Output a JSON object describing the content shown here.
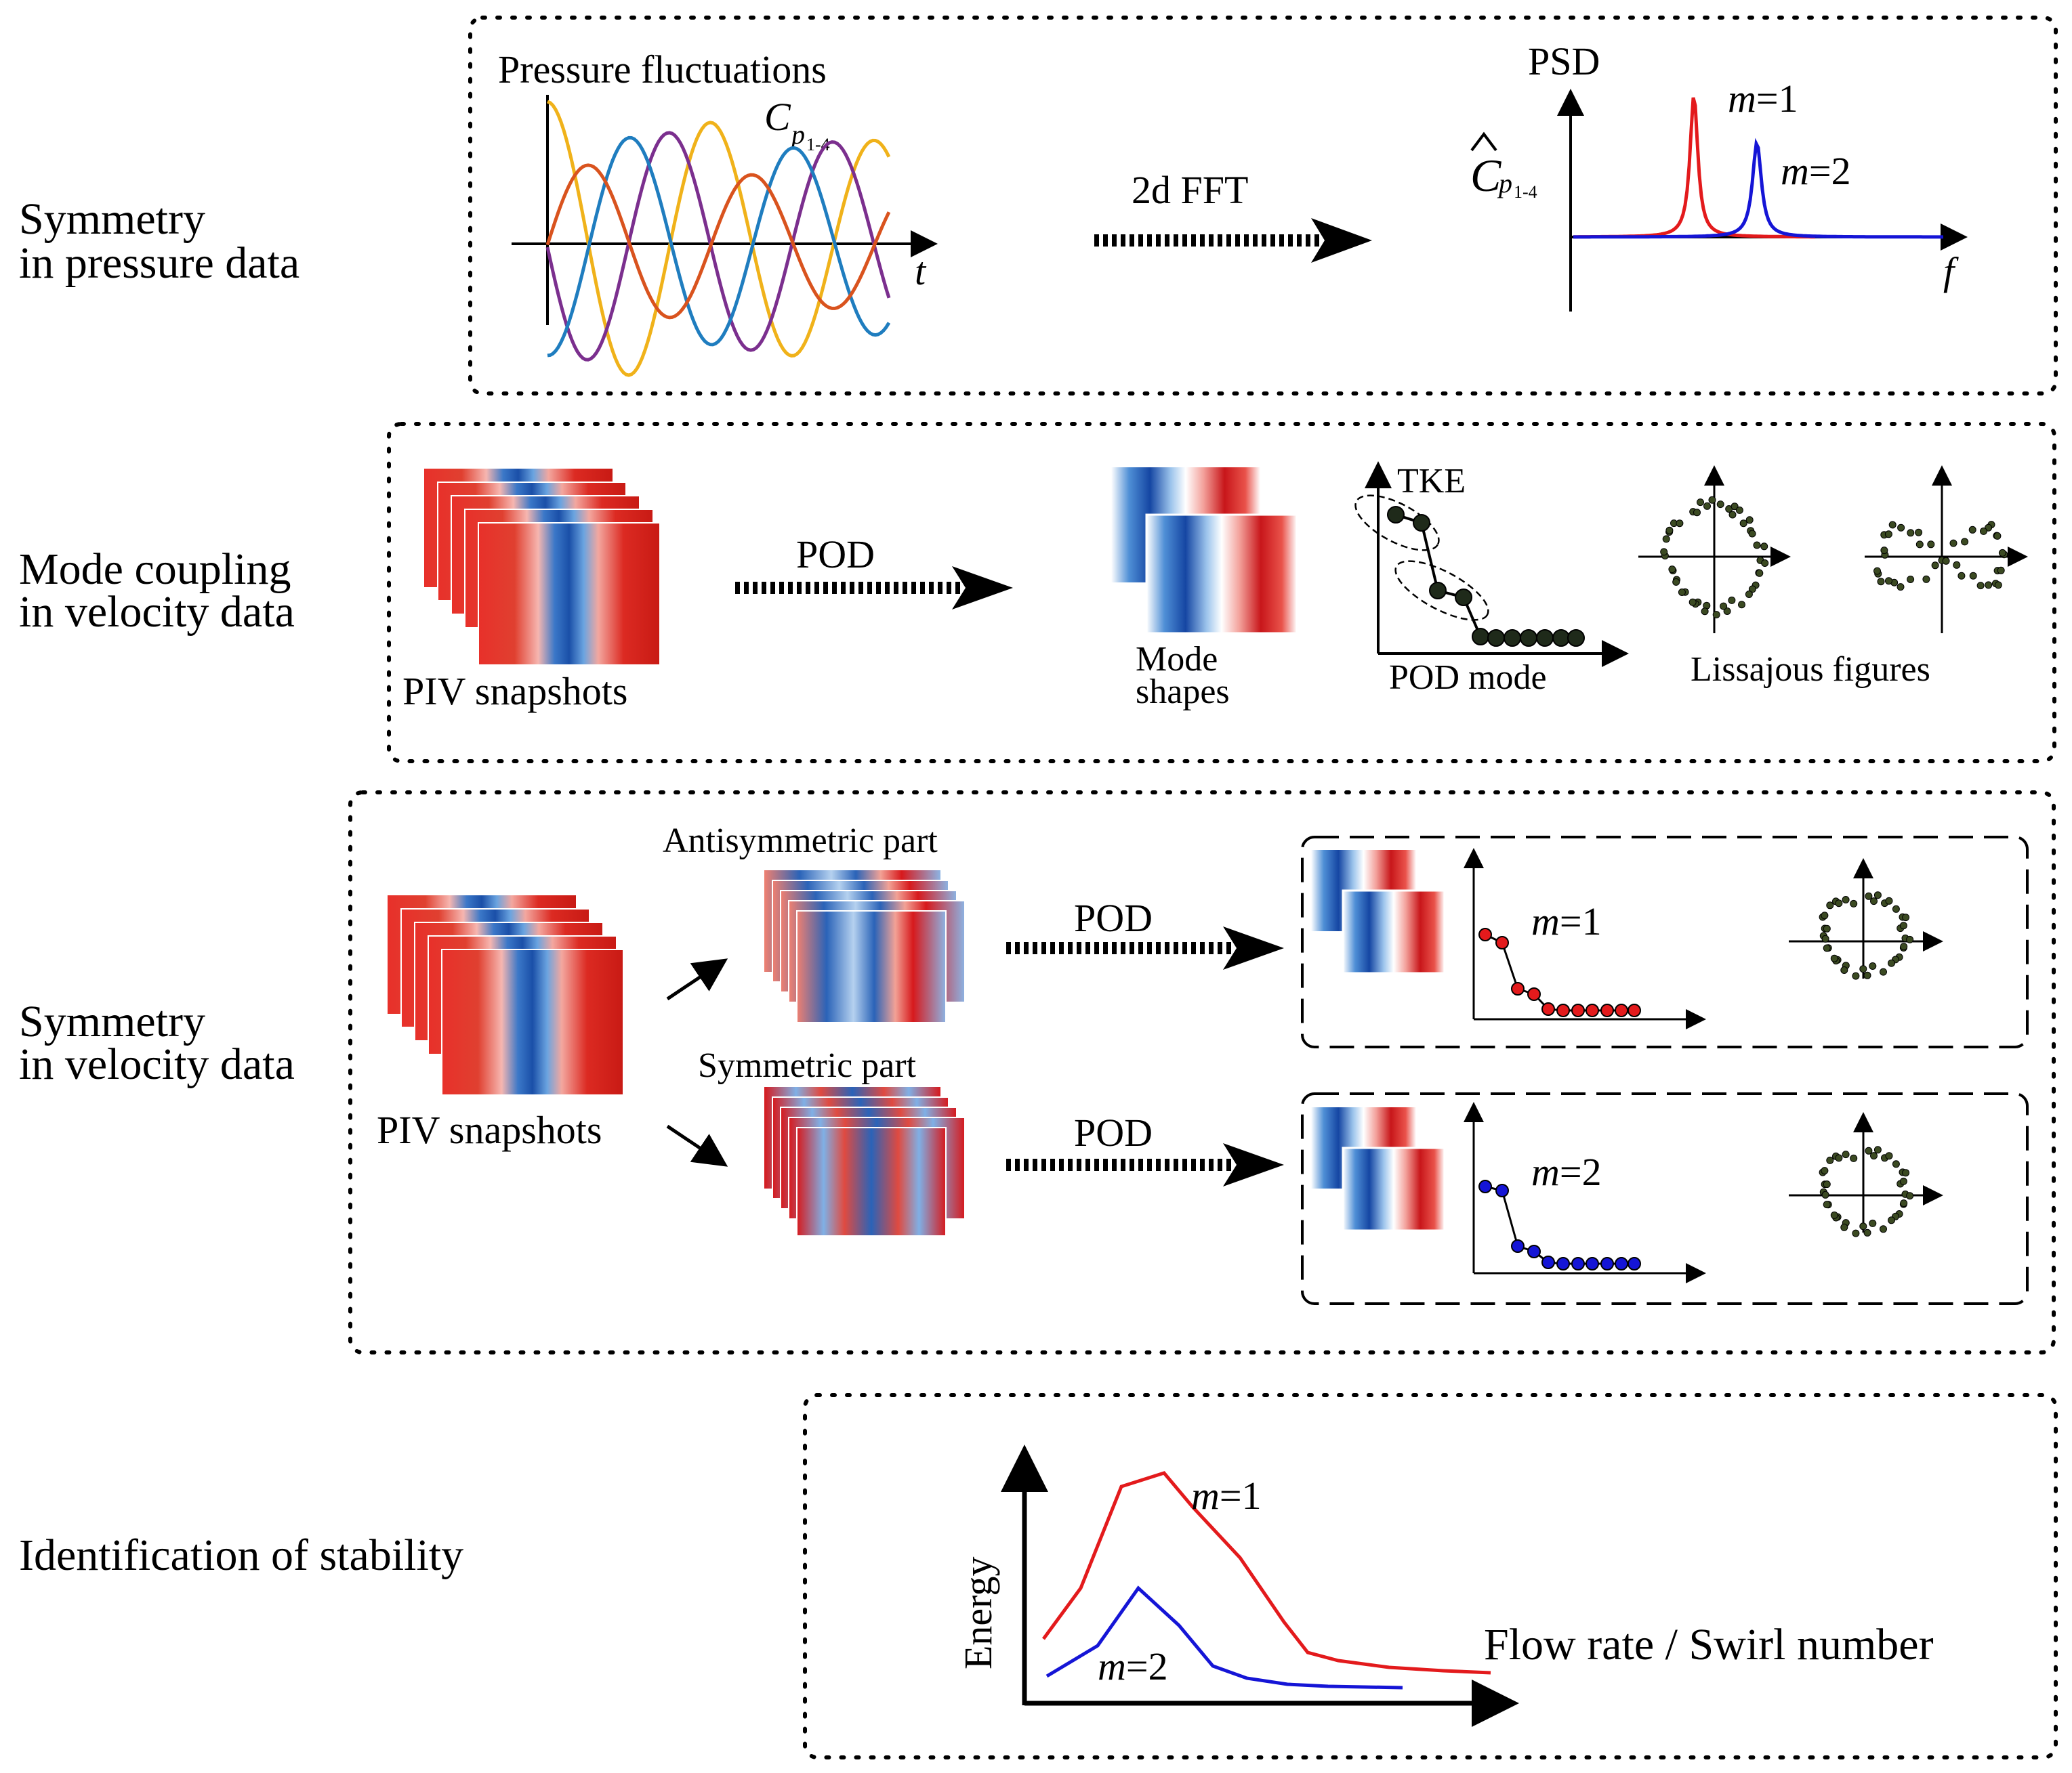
{
  "rows": {
    "pressure": {
      "label_line1": "Symmetry",
      "label_line2": "in pressure data"
    },
    "coupling": {
      "label_line1": "Mode coupling",
      "label_line2": "in velocity data"
    },
    "velocity": {
      "label_line1": "Symmetry",
      "label_line2": "in velocity data"
    },
    "stability": {
      "label": "Identification of stability"
    }
  },
  "pressure_panel": {
    "signal_title": "Pressure fluctuations",
    "signal_symbol": "C",
    "signal_subscript_p": "p",
    "signal_subscript_range": "1-4",
    "time_axis": "t",
    "transform_label": "2d FFT",
    "psd_label": "PSD",
    "freq_axis": "f",
    "spectrum_symbol": "C",
    "mode1": "m",
    "mode1_eq": "=1",
    "mode2": "m",
    "mode2_eq": "=2"
  },
  "coupling_panel": {
    "snapshots_label": "PIV snapshots",
    "transform_label": "POD",
    "mode_shapes_line1": "Mode",
    "mode_shapes_line2": "shapes",
    "tke_label": "TKE",
    "pod_mode_label": "POD mode",
    "lissajous_label": "Lissajous figures"
  },
  "velocity_panel": {
    "snapshots_label": "PIV snapshots",
    "antisym_label": "Antisymmetric part",
    "sym_label": "Symmetric part",
    "transform_top": "POD",
    "transform_bottom": "POD",
    "mode_top": "m",
    "mode_top_eq": "=1",
    "mode_bottom": "m",
    "mode_bottom_eq": "=2"
  },
  "stability_panel": {
    "y_label": "Energy",
    "x_label": "Flow rate / Swirl number",
    "mode1": "m",
    "mode1_eq": "=1",
    "mode2": "m",
    "mode2_eq": "=2"
  },
  "colors": {
    "red": "#e31a1c",
    "blue": "#1515d6",
    "sig_orange": "#f0b21a",
    "sig_purple": "#7b2f8e",
    "sig_blue": "#1f7dbf",
    "sig_rust": "#d9531e",
    "field_red": "#d7191c",
    "field_blue": "#2166ac",
    "dot_green": "#1f2a1a"
  }
}
